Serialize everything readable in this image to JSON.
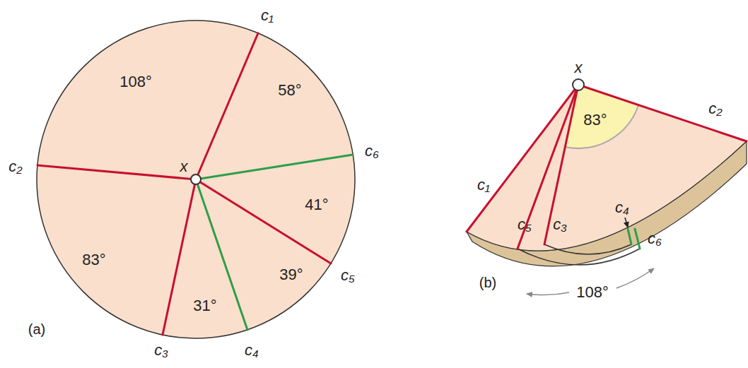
{
  "diagram": {
    "labels": [
      "108°",
      "58°",
      "41°",
      "39°",
      "31°",
      "83°",
      "x",
      "c₁",
      "c₂",
      "c₃",
      "c₄",
      "c₅",
      "c₆",
      "(a)",
      "x",
      "c₁",
      "c₂",
      "c₅",
      "c₃",
      "c₄",
      "c₆",
      "83°",
      "108°",
      "(b)"
    ]
  }
}
